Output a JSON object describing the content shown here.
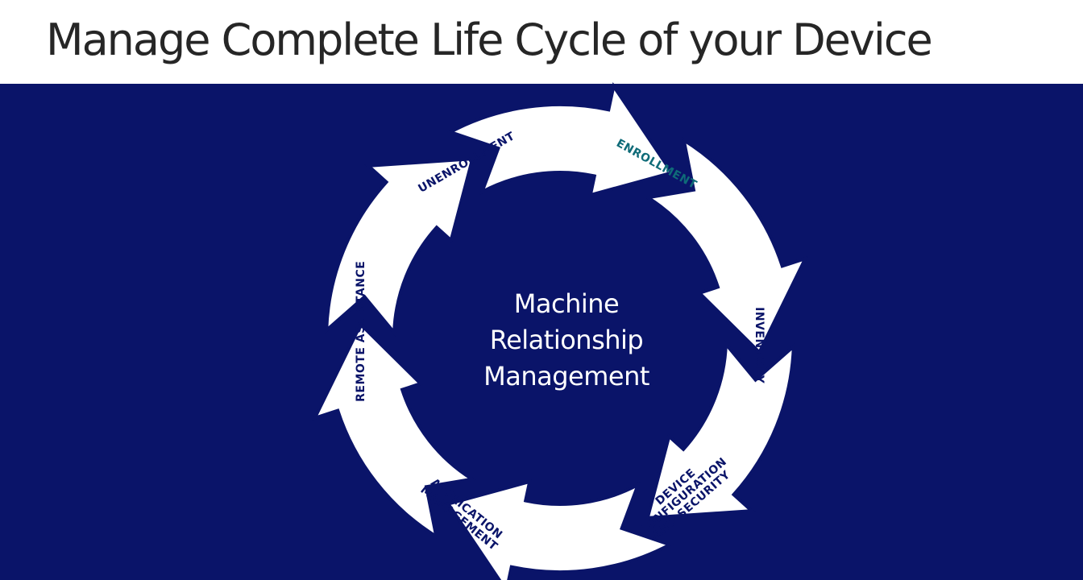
{
  "title": "Manage Complete Life Cycle of your Device",
  "center": {
    "lines": [
      "Machine",
      "Relationship",
      "Management"
    ]
  },
  "stages": [
    {
      "lines": [
        "ENROLLMENT"
      ]
    },
    {
      "lines": [
        "INVENTORY"
      ]
    },
    {
      "lines": [
        "DEVICE",
        "CONFIGURATION",
        "AND SECURITY"
      ]
    },
    {
      "lines": [
        "APPLICATION",
        "MANAGEMENT"
      ]
    },
    {
      "lines": [
        "REMOTE ASSISTANCE"
      ]
    },
    {
      "lines": [
        "UNENROLLMENT"
      ]
    }
  ],
  "colors": {
    "background": "#0a1469",
    "arrow_fill": "#ffffff",
    "label_default": "#0a1469",
    "label_highlight": "#0f6b78"
  }
}
